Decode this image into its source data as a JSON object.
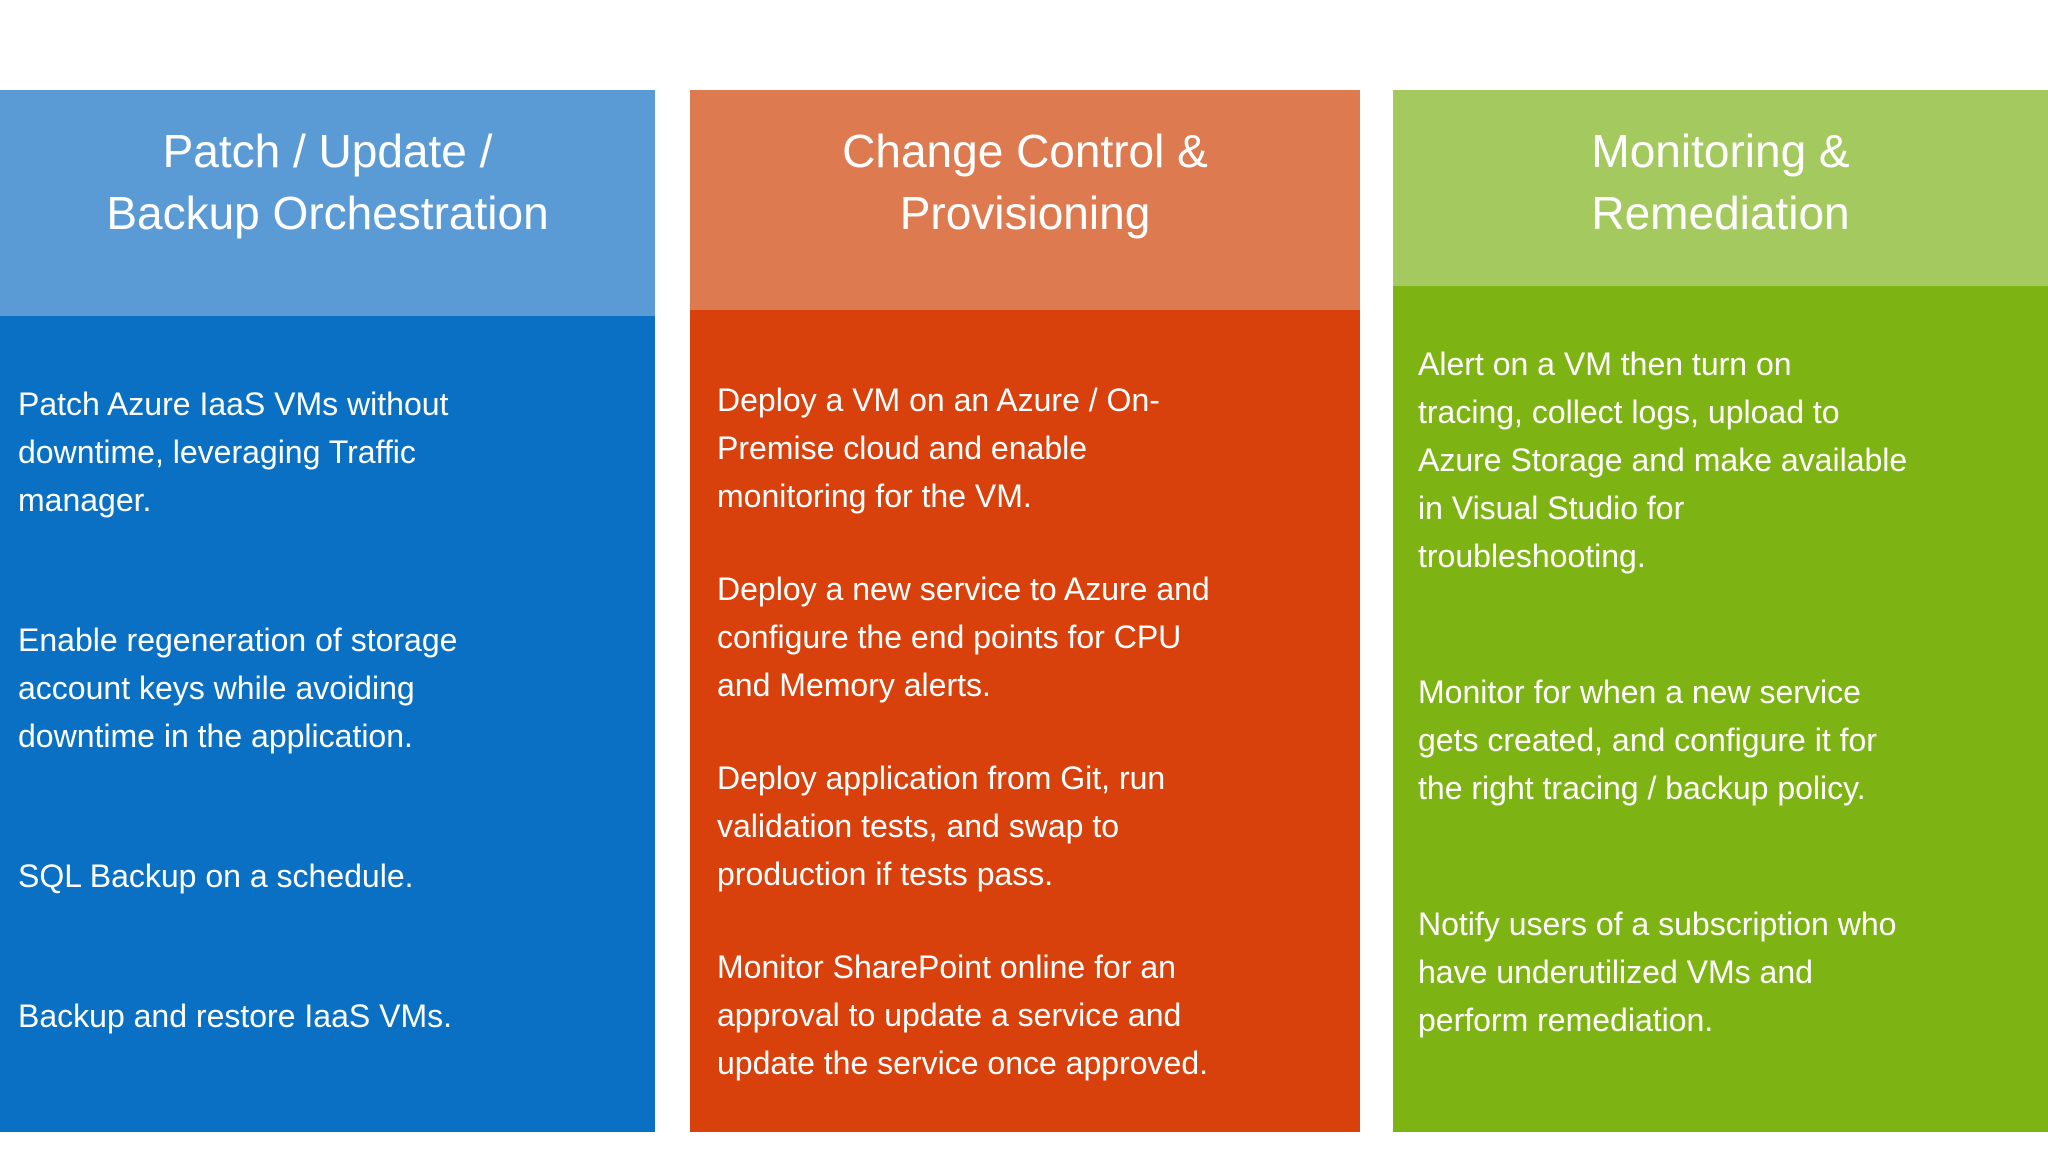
{
  "page": {
    "background_color": "#ffffff",
    "text_color": "#ffffff"
  },
  "columns": [
    {
      "title": "Patch / Update /\nBackup Orchestration",
      "header_color": "#5b9bd5",
      "body_color": "#0a70c4",
      "items": [
        "Patch Azure IaaS VMs without\ndowntime, leveraging Traffic\nmanager.",
        "Enable regeneration of storage\naccount keys while avoiding\ndowntime in the application.",
        "SQL Backup on a schedule.",
        "Backup and restore IaaS VMs."
      ]
    },
    {
      "title": "Change Control &\nProvisioning",
      "header_color": "#dd7a50",
      "body_color": "#d8400c",
      "items": [
        "Deploy a VM on an Azure / On-\nPremise cloud and enable\nmonitoring for the VM.",
        "Deploy a new service to Azure and\nconfigure the end points for CPU\nand Memory alerts.",
        "Deploy application from Git, run\nvalidation tests, and swap to\nproduction if tests pass.",
        "Monitor SharePoint online for an\napproval to update a service and\nupdate the service once approved."
      ]
    },
    {
      "title": "Monitoring &\nRemediation",
      "header_color": "#a3c95f",
      "body_color": "#7db413",
      "items": [
        "Alert on a VM then turn on\ntracing, collect logs, upload to\nAzure Storage and make available\nin Visual Studio for\ntroubleshooting.",
        "Monitor for when a new service\ngets created, and configure it for\nthe right tracing / backup policy.",
        "Notify users of a subscription who\nhave underutilized VMs and\nperform remediation."
      ]
    }
  ]
}
